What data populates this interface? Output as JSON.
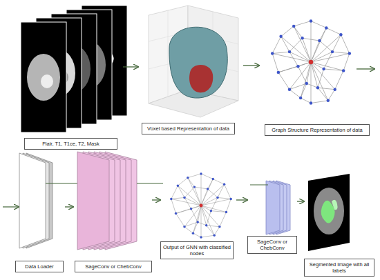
{
  "diagram": {
    "nodes": [
      {
        "text": [
          "Flair, T1, T1ce, T2, Mask"
        ]
      },
      {
        "text": [
          "Voxel based Representation of data"
        ]
      },
      {
        "text": [
          "Graph Structure Representation of data"
        ]
      },
      {
        "text": [
          "Data Loader"
        ]
      },
      {
        "text": [
          "SageConv or ChebConv"
        ]
      },
      {
        "text": [
          "Output of GNN with classified nodes"
        ]
      },
      {
        "text": [
          "SageConv or ChebConv"
        ]
      },
      {
        "text": [
          "Segmented Image with all labels"
        ]
      }
    ],
    "edges": [
      {
        "from": 0,
        "to": 1,
        "arrow": "to"
      },
      {
        "from": 1,
        "to": 2,
        "arrow": "to"
      },
      {
        "from": 3,
        "to": 4,
        "arrow": "to"
      },
      {
        "from": 4,
        "to": 5,
        "arrow": "to"
      },
      {
        "from": 5,
        "to": 6,
        "arrow": "to"
      },
      {
        "from": 6,
        "to": 7,
        "arrow": "to"
      }
    ]
  }
}
